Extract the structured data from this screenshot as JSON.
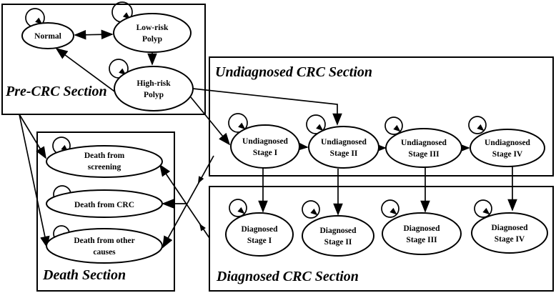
{
  "figure": {
    "background": "#ffffff",
    "line_color": "#000000",
    "description": "Markov state-transition diagram for colorectal cancer natural history model"
  },
  "sections": {
    "pre_crc": {
      "title": "Pre-CRC Section"
    },
    "undiagnosed": {
      "title": "Undiagnosed CRC Section"
    },
    "diagnosed": {
      "title": "Diagnosed CRC Section"
    },
    "death": {
      "title": "Death Section"
    }
  },
  "states": {
    "normal": {
      "line1": "Normal"
    },
    "low_risk_polyp": {
      "line1": "Low-risk",
      "line2": "Polyp"
    },
    "high_risk_polyp": {
      "line1": "High-risk",
      "line2": "Polyp"
    },
    "undiagnosed_stage1": {
      "line1": "Undiagnosed",
      "line2": "Stage I"
    },
    "undiagnosed_stage2": {
      "line1": "Undiagnosed",
      "line2": "Stage II"
    },
    "undiagnosed_stage3": {
      "line1": "Undiagnosed",
      "line2": "Stage III"
    },
    "undiagnosed_stage4": {
      "line1": "Undiagnosed",
      "line2": "Stage IV"
    },
    "diagnosed_stage1": {
      "line1": "Diagnosed",
      "line2": "Stage I"
    },
    "diagnosed_stage2": {
      "line1": "Diagnosed",
      "line2": "Stage II"
    },
    "diagnosed_stage3": {
      "line1": "Diagnosed",
      "line2": "Stage III"
    },
    "diagnosed_stage4": {
      "line1": "Diagnosed",
      "line2": "Stage IV"
    },
    "death_screening": {
      "line1": "Death from",
      "line2": "screening"
    },
    "death_crc": {
      "line1": "Death from CRC"
    },
    "death_other": {
      "line1": "Death from other",
      "line2": "causes"
    }
  },
  "edges": [
    {
      "from": "normal",
      "to": "low_risk_polyp",
      "bidirectional": true
    },
    {
      "from": "low_risk_polyp",
      "to": "high_risk_polyp"
    },
    {
      "from": "high_risk_polyp",
      "to": "normal"
    },
    {
      "from": "high_risk_polyp",
      "to": "undiagnosed_stage1"
    },
    {
      "from": "high_risk_polyp",
      "to": "undiagnosed_stage2"
    },
    {
      "from": "undiagnosed_stage1",
      "to": "undiagnosed_stage2"
    },
    {
      "from": "undiagnosed_stage2",
      "to": "undiagnosed_stage3"
    },
    {
      "from": "undiagnosed_stage3",
      "to": "undiagnosed_stage4"
    },
    {
      "from": "undiagnosed_stage1",
      "to": "diagnosed_stage1"
    },
    {
      "from": "undiagnosed_stage2",
      "to": "diagnosed_stage2"
    },
    {
      "from": "undiagnosed_stage3",
      "to": "diagnosed_stage3"
    },
    {
      "from": "undiagnosed_stage4",
      "to": "diagnosed_stage4"
    },
    {
      "from": "pre_crc_section",
      "to": "death_screening"
    },
    {
      "from": "pre_crc_section",
      "to": "death_other"
    },
    {
      "from": "diagnosed_section",
      "to": "death_screening"
    },
    {
      "from": "undiagnosed_section",
      "to": "death_other"
    },
    {
      "from": "diagnosed_section",
      "to": "death_crc"
    }
  ],
  "self_loop_states": [
    "normal",
    "low_risk_polyp",
    "high_risk_polyp",
    "undiagnosed_stage1",
    "undiagnosed_stage2",
    "undiagnosed_stage3",
    "undiagnosed_stage4",
    "diagnosed_stage1",
    "diagnosed_stage2",
    "diagnosed_stage3",
    "diagnosed_stage4",
    "death_screening",
    "death_crc",
    "death_other"
  ]
}
